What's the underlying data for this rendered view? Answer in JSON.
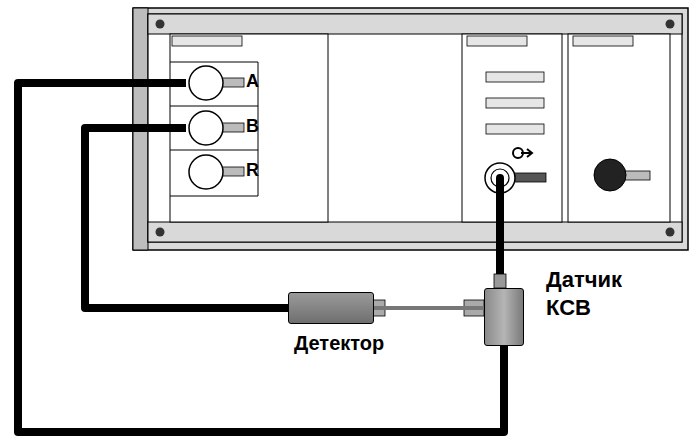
{
  "diagram": {
    "nodes": [
      {
        "text": [
          "A"
        ]
      },
      {
        "text": [
          "B"
        ]
      },
      {
        "text": [
          "R"
        ]
      },
      {
        "text": [
          "Детектор"
        ]
      },
      {
        "text": [
          "Датчик КСВ"
        ]
      }
    ],
    "edges": [
      {
        "from": 0,
        "to": 4,
        "arrow": "none"
      },
      {
        "from": 1,
        "to": 3,
        "arrow": "none"
      },
      {
        "from": 3,
        "to": 4,
        "arrow": "none"
      }
    ]
  }
}
